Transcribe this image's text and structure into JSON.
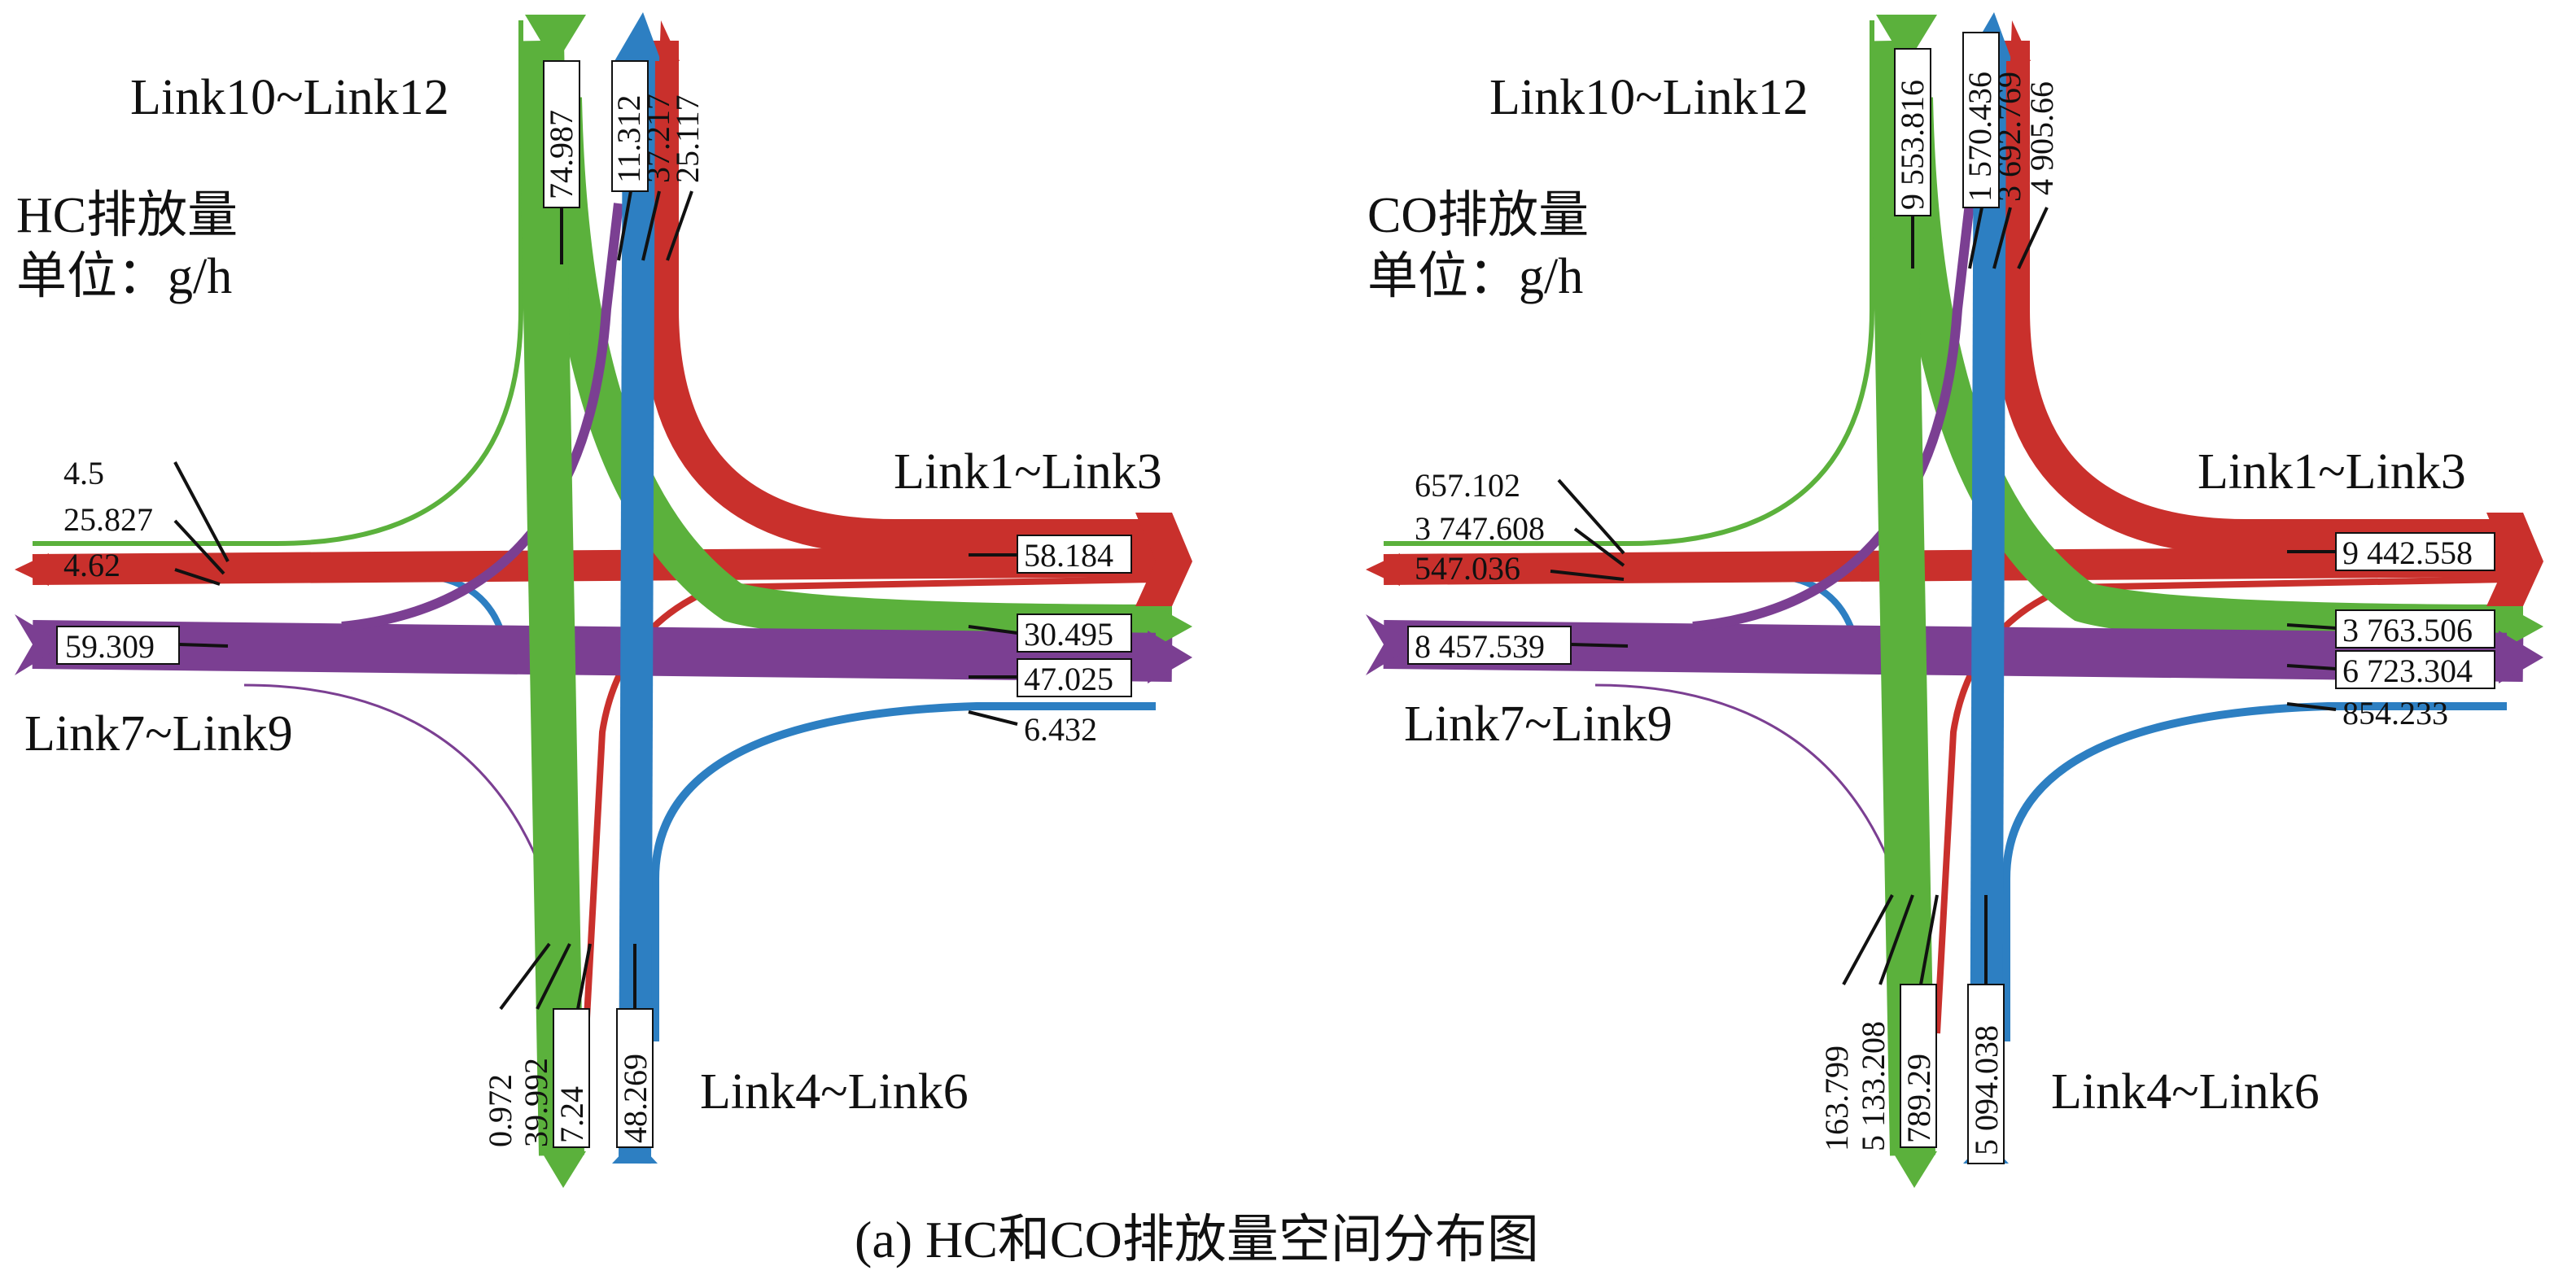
{
  "caption": "(a)  HC和CO排放量空间分布图",
  "colors": {
    "green": "#5bb13c",
    "blue": "#2d7fc2",
    "red": "#c9302c",
    "purple": "#7b3f92",
    "text": "#111111"
  },
  "panels": [
    {
      "pollutant_title": "HC排放量",
      "unit": "单位：g/h",
      "link_labels": {
        "north": "Link10~Link12",
        "east": "Link1~Link3",
        "west": "Link7~Link9",
        "south": "Link4~Link6"
      },
      "values": {
        "n_green": "74.987",
        "n_purple": "11.312",
        "n_blue": "37.217",
        "n_red": "25.117",
        "w_1": "4.5",
        "w_2": "25.827",
        "w_3": "4.62",
        "w_purple": "59.309",
        "e_red": "58.184",
        "e_green": "30.495",
        "e_purple": "47.025",
        "e_blue": "6.432",
        "s_1": "0.972",
        "s_2": "39.992",
        "s_3": "7.24",
        "s_blue": "48.269"
      }
    },
    {
      "pollutant_title": "CO排放量",
      "unit": "单位：g/h",
      "link_labels": {
        "north": "Link10~Link12",
        "east": "Link1~Link3",
        "west": "Link7~Link9",
        "south": "Link4~Link6"
      },
      "values": {
        "n_green": "9 553.816",
        "n_purple": "1 570.436",
        "n_blue": "3 692.769",
        "n_red": "4 905.66",
        "w_1": "657.102",
        "w_2": "3 747.608",
        "w_3": "547.036",
        "w_purple": "8 457.539",
        "e_red": "9 442.558",
        "e_green": "3 763.506",
        "e_purple": "6 723.304",
        "e_blue": "854.233",
        "s_1": "163.799",
        "s_2": "5 133.208",
        "s_3": "789.29",
        "s_blue": "5 094.038"
      }
    }
  ]
}
